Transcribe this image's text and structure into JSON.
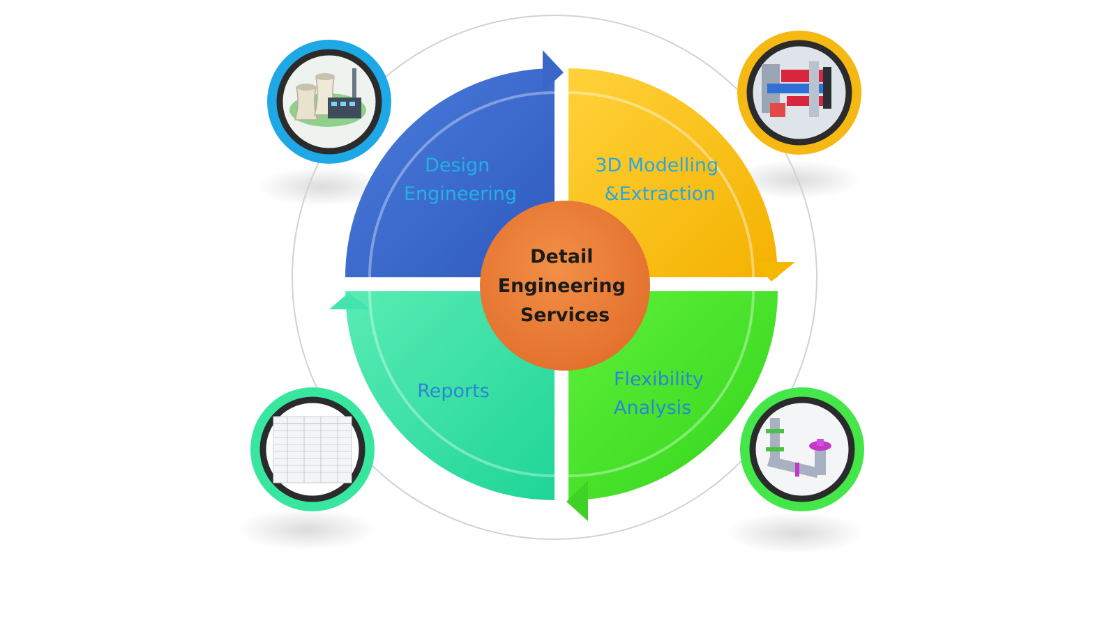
{
  "center": {
    "lines": [
      "Detail",
      "Engineering",
      "Services"
    ],
    "color": "#ec7f3c"
  },
  "quadrants": [
    {
      "id": "design-engineering",
      "lines": [
        "Design",
        "Engineering"
      ],
      "fill": "#3a66c8",
      "label_color": "#22b1e3",
      "icon": "power-plant-icon",
      "badge_color": "#1fa8e6"
    },
    {
      "id": "3d-modelling",
      "lines": [
        "3D Modelling",
        "&Extraction"
      ],
      "fill": "#f8bd0c",
      "label_color": "#2aa6de",
      "icon": "3d-piping-model-icon",
      "badge_color": "#f6b812"
    },
    {
      "id": "flexibility-analysis",
      "lines": [
        "Flexibility",
        "Analysis"
      ],
      "fill": "#48e12e",
      "label_color": "#2a86d2",
      "icon": "pipe-stress-model-icon",
      "badge_color": "#44e64a"
    },
    {
      "id": "reports",
      "lines": [
        "Reports"
      ],
      "fill": "#2fdc9d",
      "label_color": "#2a86d2",
      "icon": "spreadsheet-report-icon",
      "badge_color": "#38e6a0"
    }
  ]
}
